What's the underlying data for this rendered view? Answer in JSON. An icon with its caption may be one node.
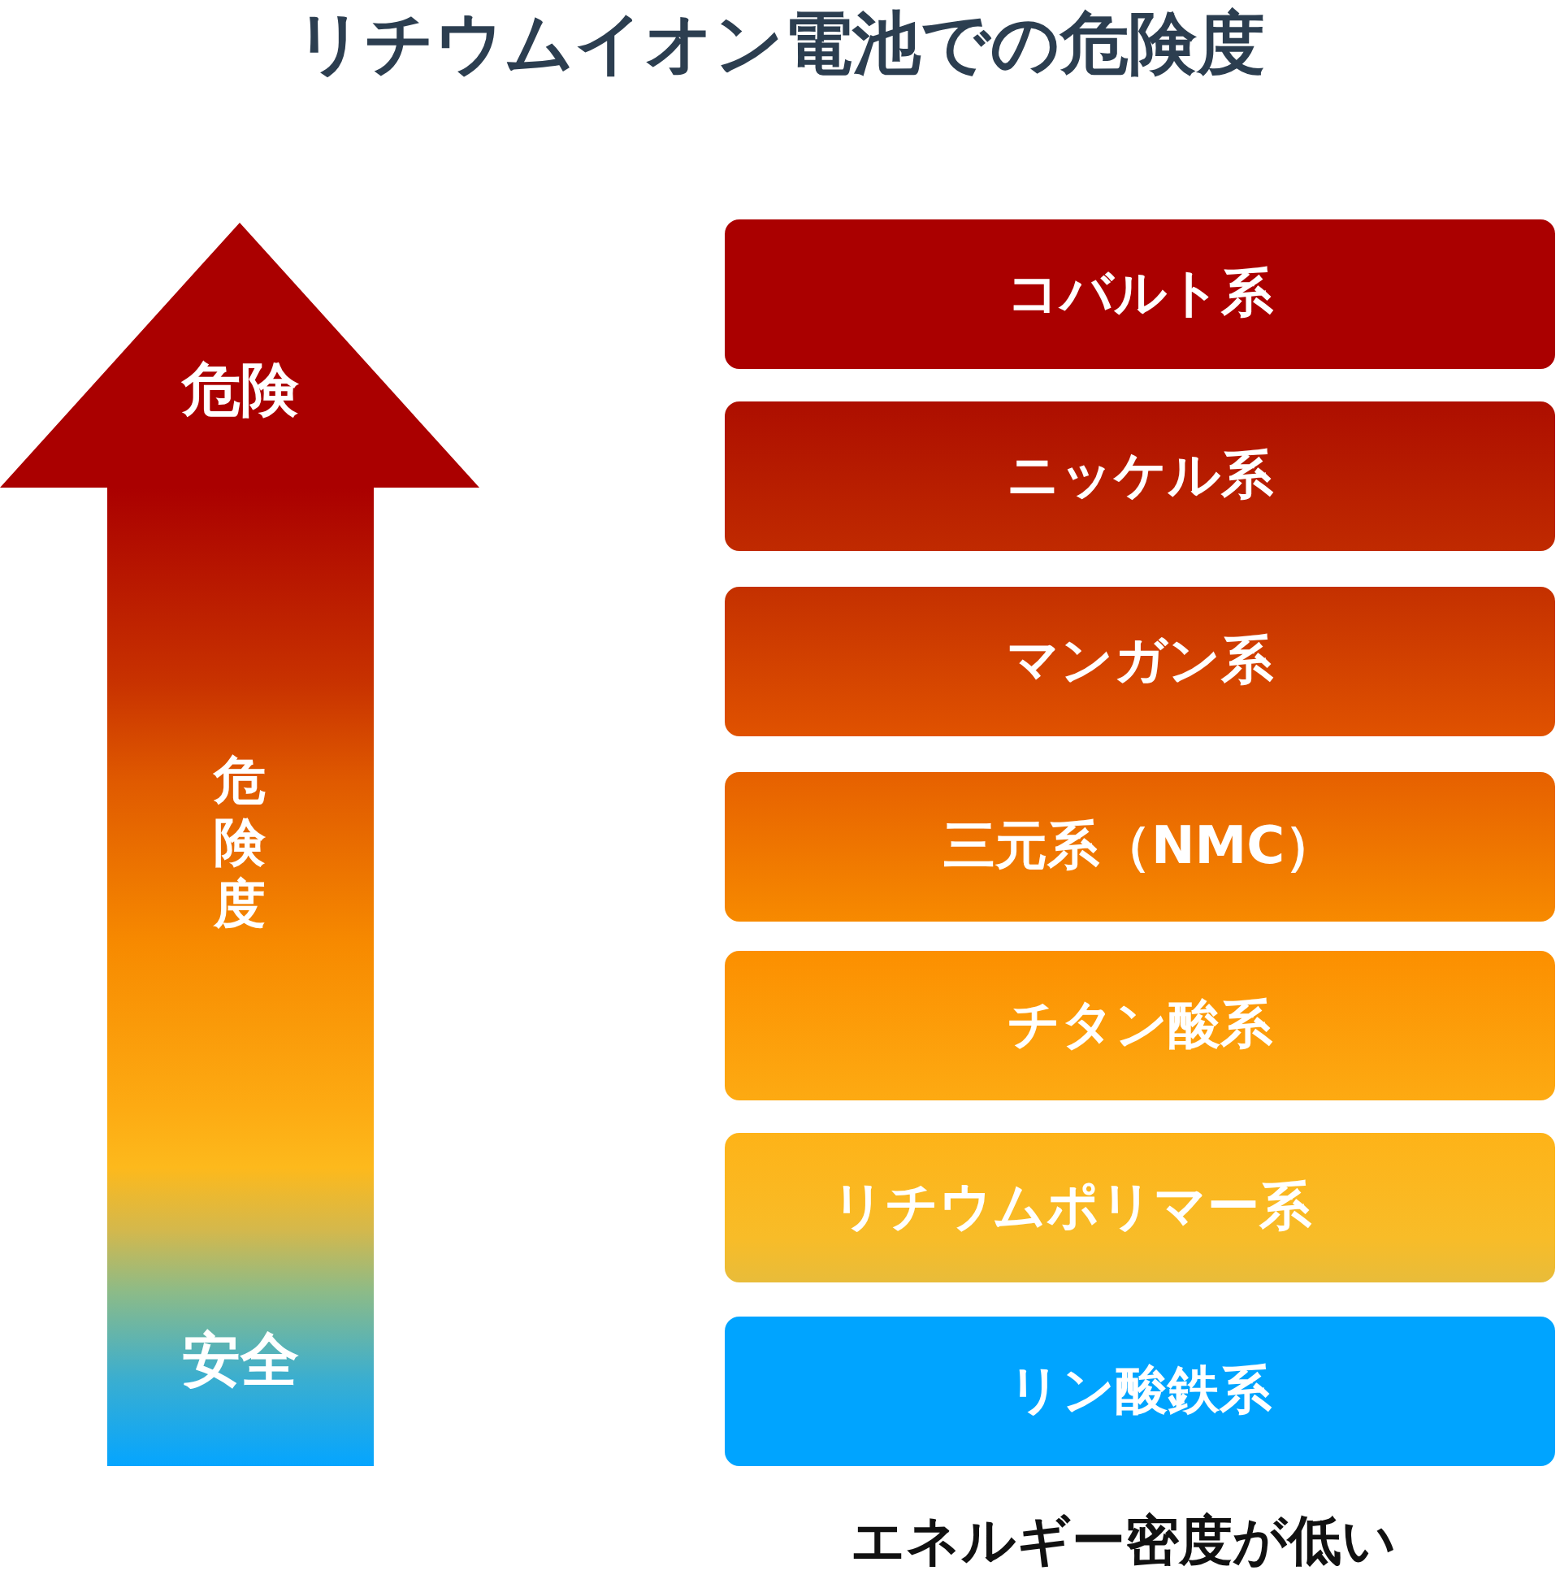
{
  "diagram": {
    "title": "リチウムイオン電池での危険度",
    "nodes": [
      {
        "text": [
          "危険",
          "危険度",
          "安全"
        ]
      },
      {
        "text": [
          "コバルト系"
        ]
      },
      {
        "text": [
          "ニッケル系"
        ]
      },
      {
        "text": [
          "マンガン系"
        ]
      },
      {
        "text": [
          "三元系（NMC）"
        ]
      },
      {
        "text": [
          "チタン酸系"
        ]
      },
      {
        "text": [
          "リチウムポリマー系"
        ]
      },
      {
        "text": [
          "リン酸鉄系"
        ],
        "beside": [
          "エネルギー密度が低い"
        ]
      }
    ]
  }
}
